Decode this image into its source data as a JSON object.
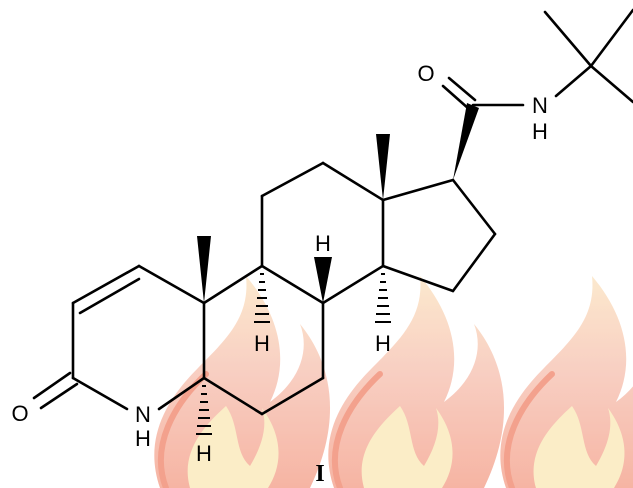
{
  "figure": {
    "compound_label": "I",
    "atom_labels": {
      "amide_o": "O",
      "amide_n": "N",
      "amide_nh_h": "H",
      "lactam_o": "O",
      "lactam_n": "N",
      "lactam_nh_h": "H",
      "h_c8": "H",
      "h_c9": "H",
      "h_c14": "H",
      "h_c5": "H"
    }
  },
  "watermark": {
    "description": "stylized flame logo",
    "colors": {
      "outer": "#f6b7a8",
      "inner": "#fbe7b0",
      "edge": "#f0876e"
    }
  }
}
